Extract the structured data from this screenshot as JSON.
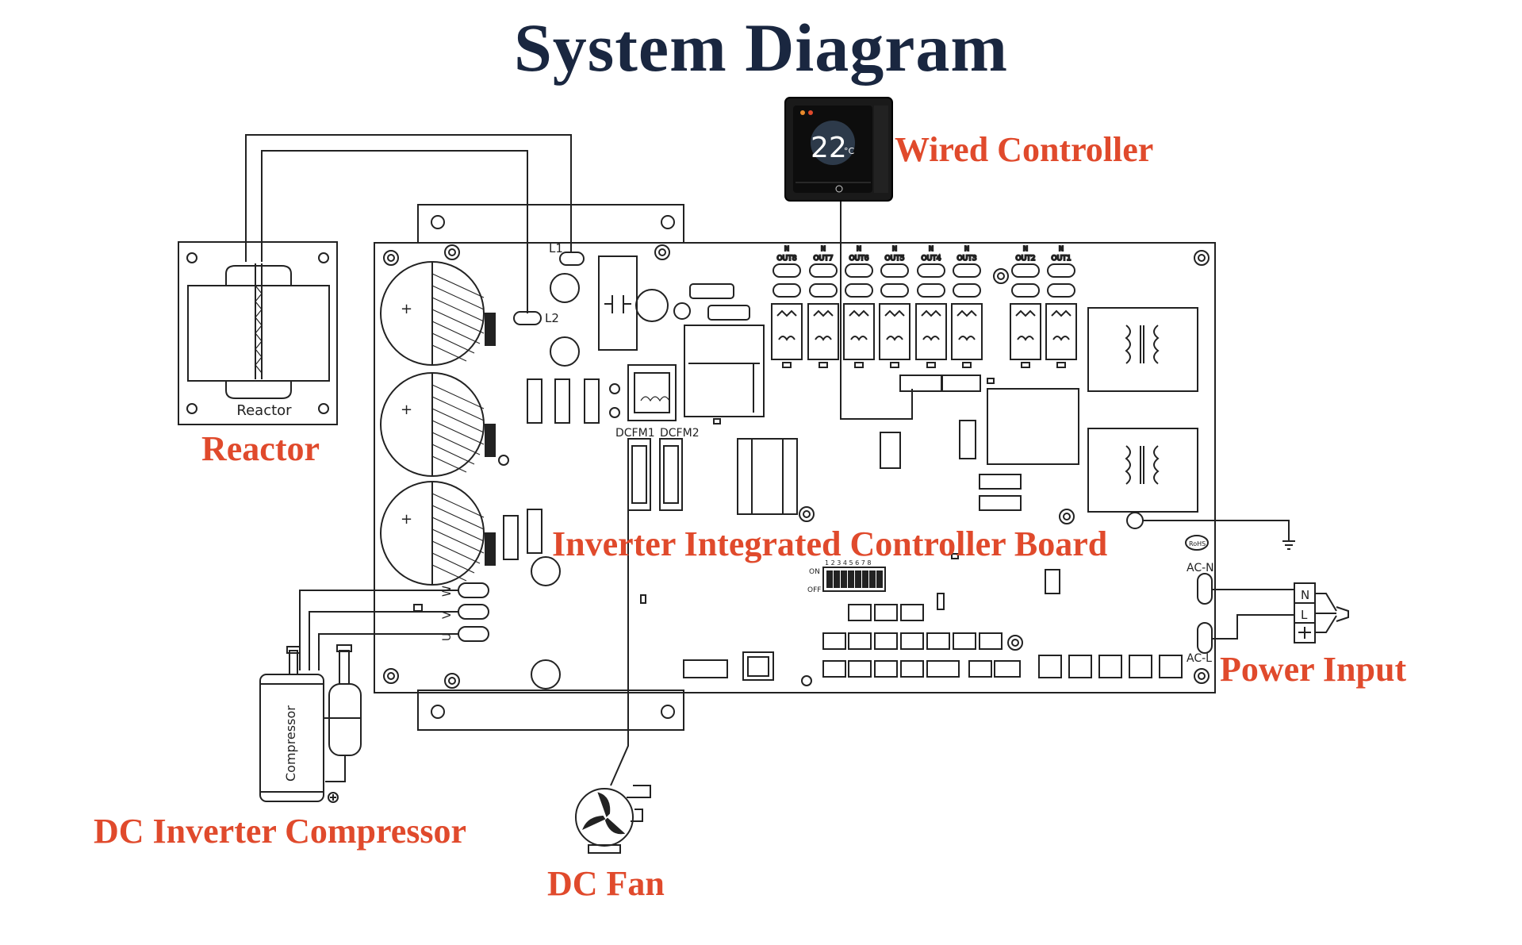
{
  "title": "System Diagram",
  "labels": {
    "wired_controller": "Wired Controller",
    "reactor": "Reactor",
    "board": "Inverter Integrated Controller Board",
    "power_input": "Power Input",
    "compressor": "DC Inverter Compressor",
    "fan": "DC Fan"
  },
  "component_text": {
    "reactor_inner": "Reactor",
    "compressor_inner": "Compressor",
    "controller_temp": "22",
    "controller_unit": "°C",
    "l1": "L1",
    "l2": "L2",
    "dcfm1": "DCFM1",
    "dcfm2": "DCFM2",
    "ac_n": "AC-N",
    "ac_l": "AC-L",
    "terminal_n": "N",
    "terminal_l": "L",
    "rohs": "RoHS",
    "switch_on": "ON",
    "switch_off": "OFF",
    "switch_numbers": "1 2 3 4 5 6 7 8",
    "phase_w": "W",
    "phase_v": "V",
    "phase_u": "U",
    "outputs": [
      "OUT8",
      "OUT7",
      "OUT6",
      "OUT5",
      "OUT4",
      "OUT3",
      "OUT2",
      "OUT1"
    ]
  },
  "colors": {
    "title": "#1a2740",
    "label": "#e04a2c",
    "line": "#222222"
  }
}
